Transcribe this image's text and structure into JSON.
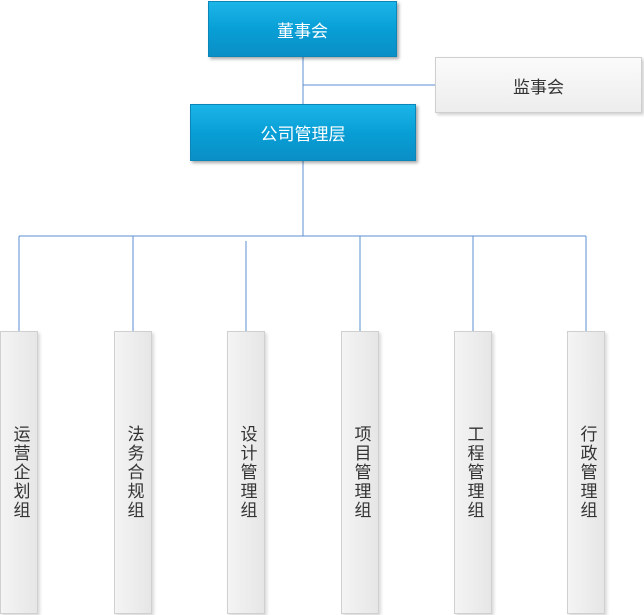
{
  "board": {
    "label": "董事会"
  },
  "supervisors": {
    "label": "监事会"
  },
  "management": {
    "label": "公司管理层"
  },
  "groups": [
    {
      "label": "运营企划组"
    },
    {
      "label": "法务合规组"
    },
    {
      "label": "设计管理组"
    },
    {
      "label": "项目管理组"
    },
    {
      "label": "工程管理组"
    },
    {
      "label": "行政管理组"
    }
  ],
  "colors": {
    "top_node": "#0a9fd8",
    "group_node": "#e8e8e8",
    "connector": "#5b8fd1"
  }
}
